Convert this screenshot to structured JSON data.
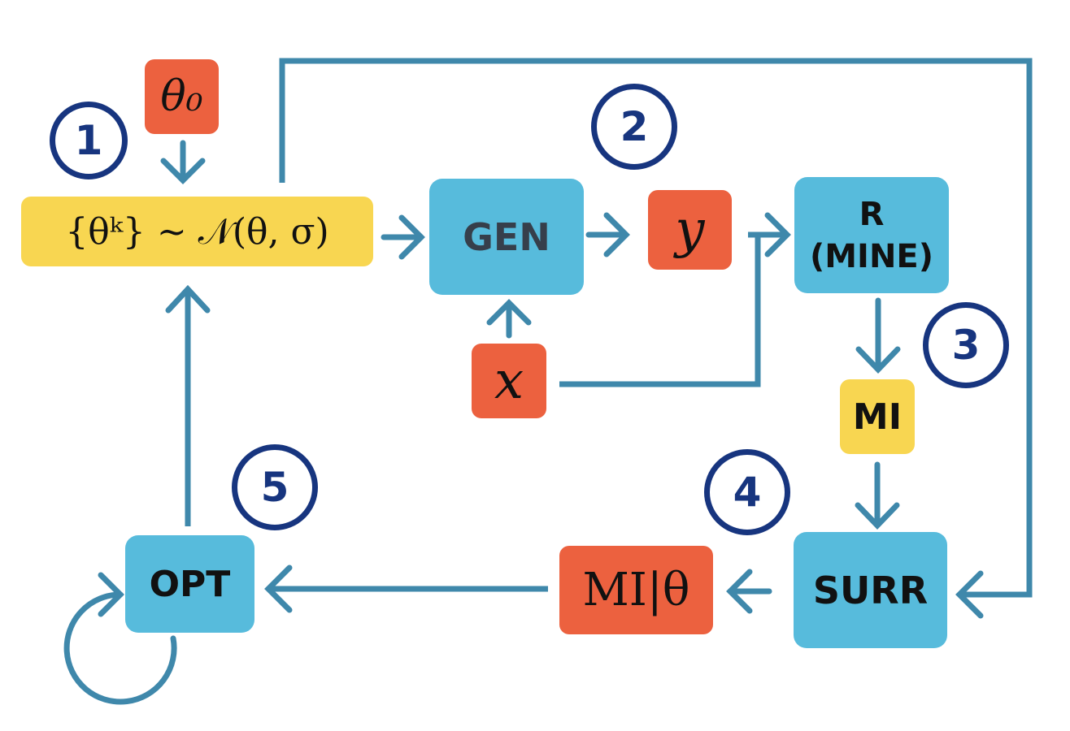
{
  "colors": {
    "process_box": "#57bbdc",
    "variable_box": "#ec613f",
    "quantity_box": "#f8d651",
    "arrow": "#3f88ab",
    "step_badge": "#17357f",
    "gen_text": "#363f4b"
  },
  "nodes": {
    "theta0": "θ₀",
    "sampling": "{θᵏ} ∼ 𝒩(θ, σ)",
    "gen": "GEN",
    "y": "y",
    "x": "x",
    "mine_line1": "R",
    "mine_line2": "(MINE)",
    "mi": "MI",
    "surr": "SURR",
    "mi_given_theta": "MI|θ",
    "opt": "OPT"
  },
  "steps": [
    "1",
    "2",
    "3",
    "4",
    "5"
  ],
  "edges": [
    {
      "from": "theta0",
      "to": "sampling"
    },
    {
      "from": "sampling",
      "to": "gen"
    },
    {
      "from": "x",
      "to": "gen"
    },
    {
      "from": "gen",
      "to": "y"
    },
    {
      "from": "y",
      "to": "mine"
    },
    {
      "from": "x",
      "to": "mine"
    },
    {
      "from": "mine",
      "to": "mi"
    },
    {
      "from": "mi",
      "to": "surr"
    },
    {
      "from": "sampling",
      "to": "surr"
    },
    {
      "from": "surr",
      "to": "mi_given_theta"
    },
    {
      "from": "mi_given_theta",
      "to": "opt"
    },
    {
      "from": "opt",
      "to": "opt"
    },
    {
      "from": "opt",
      "to": "sampling"
    }
  ]
}
